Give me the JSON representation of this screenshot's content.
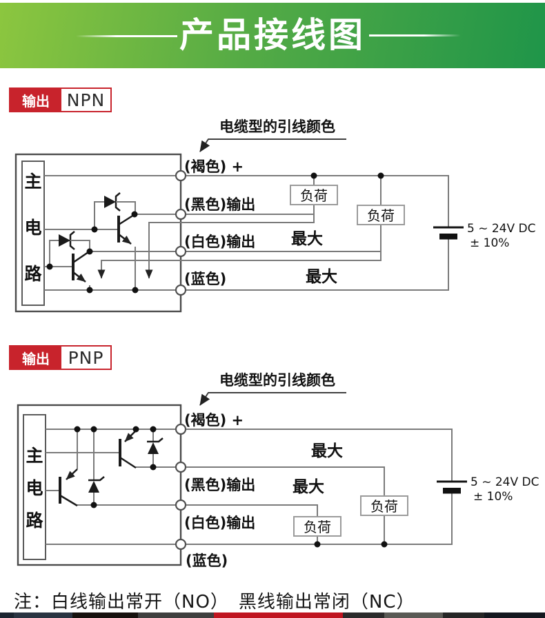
{
  "banner": {
    "title": "产品接线图"
  },
  "colors": {
    "banner_left": "#8cc63f",
    "banner_right": "#1f9549",
    "accent_red": "#c8232c",
    "strip_red": "#c01520"
  },
  "npn": {
    "tag_label": "输出",
    "type_label": "NPN",
    "cable_note": "电缆型的引线颜色",
    "main_circuit": [
      "主",
      "电",
      "路"
    ],
    "labels": {
      "brown": "(褐色) +",
      "black": "(黑色)输出",
      "white": "(白色)输出",
      "blue": "(蓝色)"
    },
    "load_label": "负荷",
    "max_label": "最大",
    "supply": {
      "voltage": "5 ~ 24V DC",
      "tolerance": "± 10%"
    }
  },
  "pnp": {
    "tag_label": "输出",
    "type_label": "PNP",
    "cable_note": "电缆型的引线颜色",
    "main_circuit": [
      "主",
      "电",
      "路"
    ],
    "labels": {
      "brown": "(褐色) +",
      "black": "(黑色)输出",
      "white": "(白色)输出",
      "blue": "(蓝色)"
    },
    "load_label": "负荷",
    "max_label": "最大",
    "supply": {
      "voltage": "5 ~ 24V DC",
      "tolerance": "± 10%"
    }
  },
  "footnote": "注：白线输出常开（NO）　黑线输出常闭（NC）",
  "strip": {
    "segments": [
      {
        "w": 20,
        "color": "#1b2430"
      },
      {
        "w": 85,
        "color": "#2a3442"
      },
      {
        "w": 95,
        "color": "#17120f"
      },
      {
        "w": 110,
        "color": "#3f3f3f"
      },
      {
        "w": 187,
        "color": "#c01520"
      },
      {
        "w": 60,
        "color": "#2b2b2b"
      },
      {
        "w": 85,
        "color": "#5a5a55"
      },
      {
        "w": 60,
        "color": "#262626"
      },
      {
        "w": 88,
        "color": "#14181f"
      }
    ]
  }
}
